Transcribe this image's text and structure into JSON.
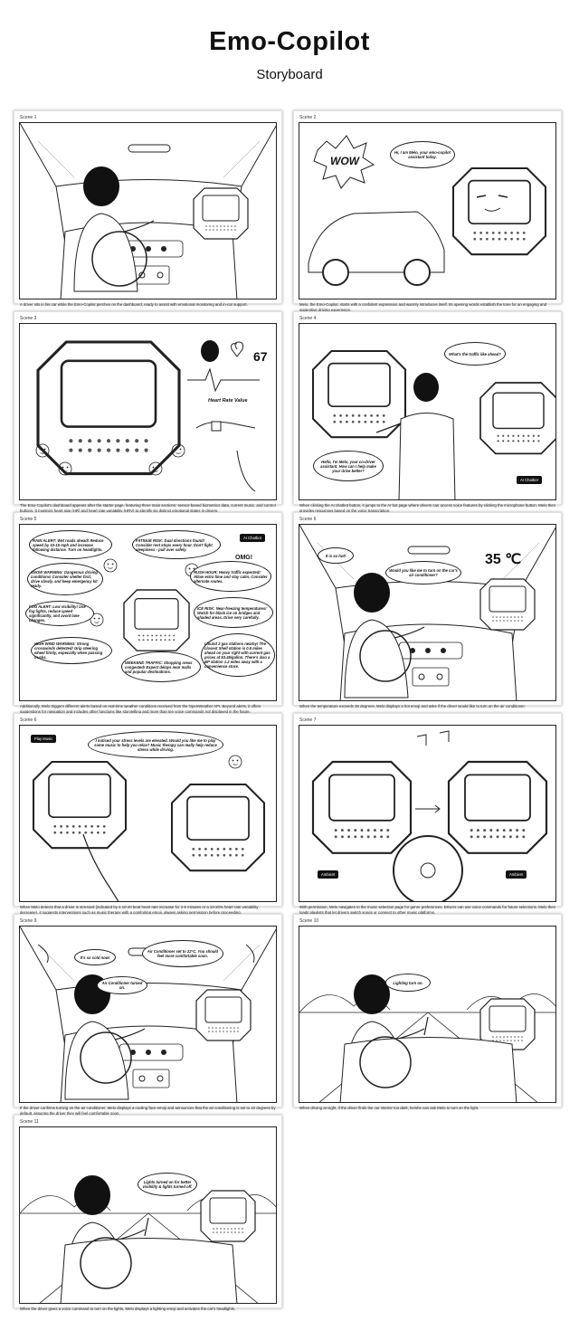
{
  "header": {
    "title": "Emo-Copilot",
    "subtitle": "Storyboard"
  },
  "scenes": [
    {
      "label": "Scene 1",
      "caption": "A driver sits in his car while the Emo-Copilot perches on the dashboard, ready to assist with emotional monitoring and in-car support."
    },
    {
      "label": "Scene 2",
      "caption": "Melo, the Emo-Copilot, starts with a confident expression and warmly introduces itself. Its opening words establish the tone for an engaging and supportive driving experience.",
      "bubble": "Hi, I am Melo, your emo-copilot assistant today.",
      "wow": "WOW"
    },
    {
      "label": "Scene 3",
      "caption": "The Emo-Copilot's dashboard appears after the starter page, featuring three main sections: sensor-based biometrics data, current music, and control buttons. It monitors heart rate (HR) and heart rate variability (HRV) to identify six distinct emotional states in drivers.",
      "hr": "67",
      "hr_label": "Heart Rate Value"
    },
    {
      "label": "Scene 4",
      "caption": "When clicking the AI chatbot button, it jumps to the AI bot page where drivers can access voice features by clicking the microphone button. Melo then provides responses based on the voice transcription.",
      "bubble_q": "What's the traffic like ahead?",
      "bubble_a": "Hello, I'm Melo, your co-driver assistant. How can I help make your drive better?",
      "chip": "AI Chatbot"
    },
    {
      "label": "Scene 5",
      "caption": "Additionally, Melo triggers different alerts based on real-time weather conditions received from the OpenWeather API. Beyond alerts, it offers suggestions for navigation and includes other functions like storytelling and more than ten voice commands not displayed in the figure.",
      "chip": "AI Chatbot",
      "omg": "OMG!",
      "alerts": [
        "RAIN ALERT: Wet roads ahead! Reduce speed by 10-15 mph and increase following distance. Turn on headlights.",
        "FATIGUE RISK: Dual directions found! Consider rest stops every hour. Don't fight sleepiness - pull over safely.",
        "SNOW WARNING: Dangerous driving conditions! Consider shelter first, drive slowly, and keep emergency kit ready.",
        "RUSH HOUR: Heavy traffic expected! Allow extra time and stay calm. Consider alternate routes.",
        "ICE RISK: Near-freezing temperatures! Watch for black ice on bridges and shaded areas. Drive very carefully.",
        "FOG ALERT: Low visibility! Use fog lights, reduce speed significantly, and avoid lane changes.",
        "I found 2 gas stations nearby! The closest Shell station is 0.8 miles ahead on your right with current gas prices at $3.45/gallon. There's also a BP station 1.2 miles away with a convenience store.",
        "HIGH WIND WARNING: Strong crosswinds detected! Grip steering wheel firmly, especially when passing trucks.",
        "WEEKEND TRAFFIC: Shopping areas congested! Expect delays near malls and popular destinations."
      ]
    },
    {
      "label": "Scene 6",
      "caption": "When the temperature exceeds 35 degrees, Melo displays a hot emoji and asks if the driver would like to turn on the air conditioner.",
      "temp": "35 ℃",
      "bubble1": "It is so hot!",
      "bubble2": "Would you like me to turn on the car's air conditioner?"
    },
    {
      "label": "Scene 6",
      "caption": "When Melo detects that a driver is stressed (indicated by a 10-20 beat heart rate increase for 2-5 minutes or a 10-20% heart rate variability decrease), it suggests interventions such as music therapy with a comforting emoji, always asking permission before proceeding.",
      "chip": "Play Music",
      "bubble": "I noticed your stress levels are elevated. Would you like me to play some music to help you relax? Music therapy can really help reduce stress while driving."
    },
    {
      "label": "Scene 7",
      "caption": "With permission, Melo navigates to the music selection page for genre preferences. Drivers can use voice commands for future selections. Melo then loads playlists that let drivers switch songs or connect to other music platforms.",
      "chip1": "Ambient",
      "chip2": "Ambient"
    },
    {
      "label": "Scene 9",
      "caption": "If the driver confirms turning on the air conditioner, Melo displays a cooling face emoji and announces that the air conditioning is set to 22 degrees by default, assuring the driver they will feel comfortable soon.",
      "bubble1": "It's so cold now!",
      "bubble2": "Air Conditioner set to 22°C. You should feel more comfortable soon.",
      "bubble3": "Air Conditioner turned on."
    },
    {
      "label": "Scene 10",
      "caption": "When driving at night, if the driver finds the car interior too dark, he/she can ask Melo to turn on the light.",
      "bubble": "Lighting turn on."
    },
    {
      "label": "Scene 11",
      "caption": "When the driver gives a voice command to turn on the lights, Melo displays a lighting emoji and activates the car's headlights.",
      "bubble": "Lights turned on for better visibility & lights turned off."
    }
  ]
}
